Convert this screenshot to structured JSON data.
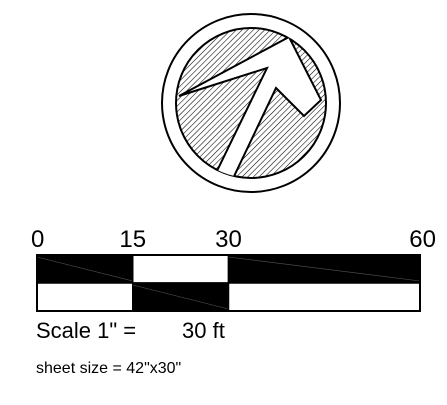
{
  "north_arrow": {
    "icon": "north-arrow-icon",
    "hatch_color": "#000000",
    "fill_color": "#ffffff"
  },
  "scale_bar": {
    "ticks": [
      {
        "value": 0,
        "label": "0"
      },
      {
        "value": 15,
        "label": "15"
      },
      {
        "value": 30,
        "label": "30"
      },
      {
        "value": 60,
        "label": "60"
      }
    ],
    "max_value": 60,
    "colors": {
      "dark": "#000000",
      "light": "#ffffff"
    }
  },
  "scale_text": {
    "label": "Scale 1\" =",
    "value": "30 ft"
  },
  "sheet_size": {
    "text": "sheet size = 42\"x30\""
  }
}
